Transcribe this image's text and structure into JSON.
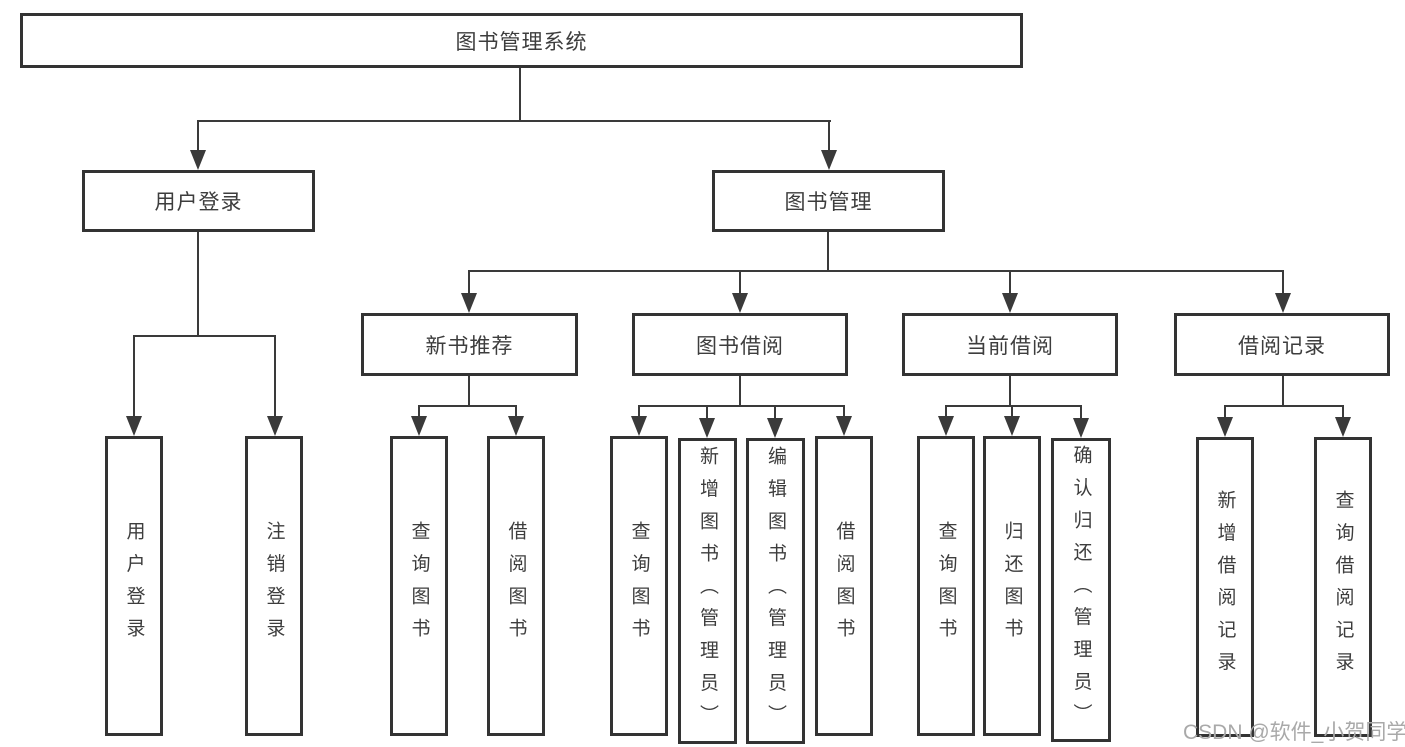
{
  "tree": {
    "label": "图书管理系统",
    "children": [
      {
        "label": "用户登录",
        "children": [
          {
            "label": "用户登录"
          },
          {
            "label": "注销登录"
          }
        ]
      },
      {
        "label": "图书管理",
        "children": [
          {
            "label": "新书推荐",
            "children": [
              {
                "label": "查询图书"
              },
              {
                "label": "借阅图书"
              }
            ]
          },
          {
            "label": "图书借阅",
            "children": [
              {
                "label": "查询图书"
              },
              {
                "label": "新增图书（管理员）"
              },
              {
                "label": "编辑图书（管理员）"
              },
              {
                "label": "借阅图书"
              }
            ]
          },
          {
            "label": "当前借阅",
            "children": [
              {
                "label": "查询图书"
              },
              {
                "label": "归还图书"
              },
              {
                "label": "确认归还（管理员）"
              }
            ]
          },
          {
            "label": "借阅记录",
            "children": [
              {
                "label": "新增借阅记录"
              },
              {
                "label": "查询借阅记录"
              }
            ]
          }
        ]
      }
    ]
  },
  "watermark": {
    "text": "CSDN @软件_小贺同学"
  },
  "colors": {
    "line": "#3a3a3a",
    "box_border": "#333333",
    "text": "#3d3d3d",
    "watermark": "#a9a9a9",
    "background": "#ffffff"
  }
}
